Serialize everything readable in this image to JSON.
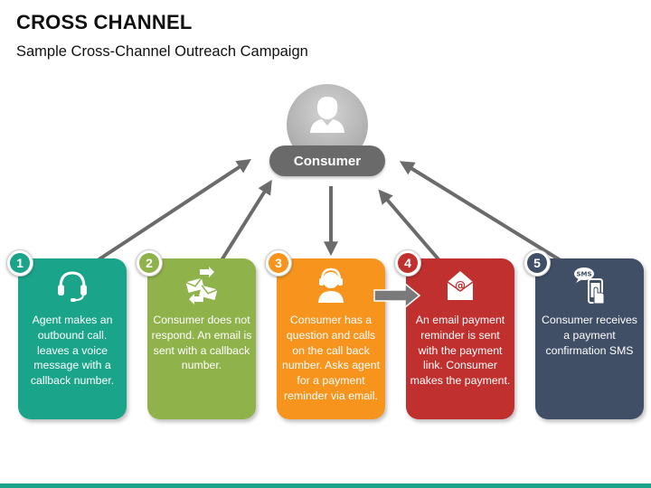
{
  "header": {
    "title": "CROSS CHANNEL",
    "subtitle": "Sample Cross-Channel Outreach Campaign"
  },
  "consumer": {
    "label": "Consumer",
    "icon": "person-icon"
  },
  "colors": {
    "step1": "#1aa58a",
    "step2": "#8fb24a",
    "step3": "#f7941d",
    "step4": "#c0302e",
    "step5": "#404e66",
    "consumer_pill": "#6a6a6a",
    "arrow": "#6b6b6b",
    "bottom_bar": "#1aa58a"
  },
  "steps": [
    {
      "number": "1",
      "icon": "headset-icon",
      "text": "Agent makes an outbound call. leaves a voice message with a callback number."
    },
    {
      "number": "2",
      "icon": "envelopes-icon",
      "text": "Consumer does not respond. An email is sent with a callback number."
    },
    {
      "number": "3",
      "icon": "agent-headset-icon",
      "text": "Consumer has a question and calls on the call back number. Asks agent for a payment reminder via email."
    },
    {
      "number": "4",
      "icon": "email-at-icon",
      "text": "An email payment reminder is sent with the payment link. Consumer makes the payment."
    },
    {
      "number": "5",
      "icon": "sms-phone-icon",
      "sms_label": "SMS",
      "text": "Consumer receives a payment confirmation SMS"
    }
  ]
}
